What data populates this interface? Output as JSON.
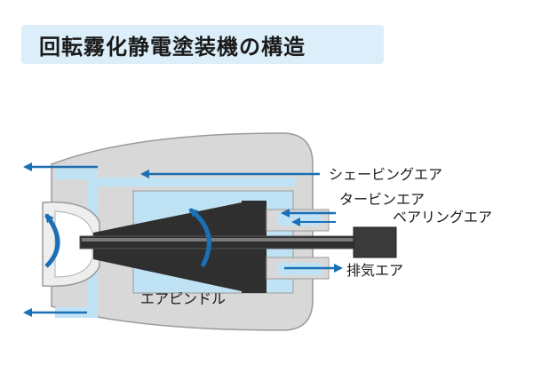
{
  "title": "回転霧化静電塗装機の構造",
  "labels": {
    "shaving_air": "シェービングエア",
    "turbine_air": "タービンエア",
    "bearing_air": "ベアリングエア",
    "exhaust_air": "排気エア",
    "air_spindle": "エアピンドル"
  },
  "colors": {
    "housing_gray": "#d8d8d8",
    "flow_blue": "#1a6fb5",
    "channel_lightblue": "#bfe3f5",
    "shaft_dark": "#2f2f2f",
    "title_bg": "#dbeef9"
  }
}
